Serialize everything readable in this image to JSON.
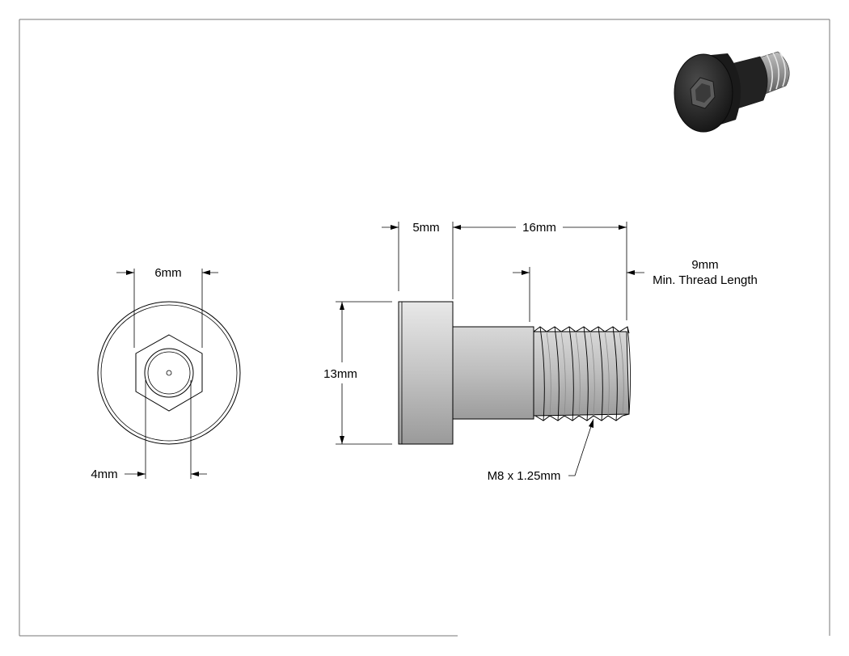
{
  "dimensions": {
    "hex_width": "6mm",
    "hex_depth": "4mm",
    "head_length": "5mm",
    "shoulder_length": "16mm",
    "head_diameter": "13mm",
    "thread_length_value": "9mm",
    "thread_length_caption": "Min. Thread Length",
    "thread_spec": "M8 x 1.25mm"
  },
  "colors": {
    "line": "#000000",
    "frame": "#777777",
    "part_fill": "#cfcfcf",
    "shaded_dark": "#2b2b2b"
  }
}
